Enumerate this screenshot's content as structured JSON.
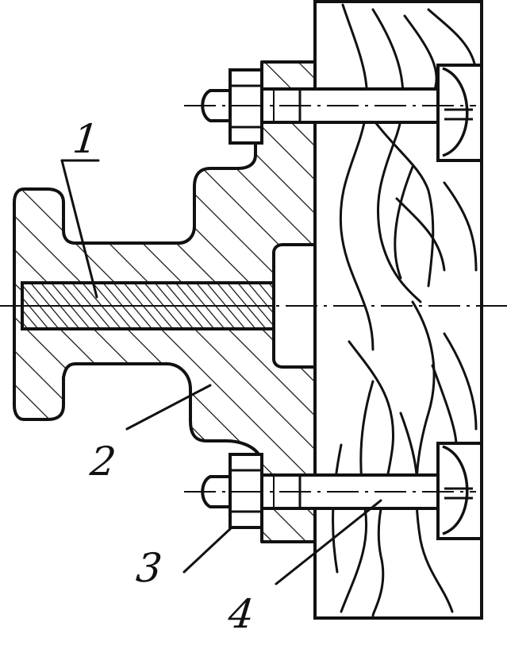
{
  "callouts": [
    {
      "key": "1",
      "text": "1"
    },
    {
      "key": "2",
      "text": "2"
    },
    {
      "key": "3",
      "text": "3"
    },
    {
      "key": "4",
      "text": "4"
    }
  ],
  "colors": {
    "ink": "#111111",
    "paper": "#ffffff"
  }
}
